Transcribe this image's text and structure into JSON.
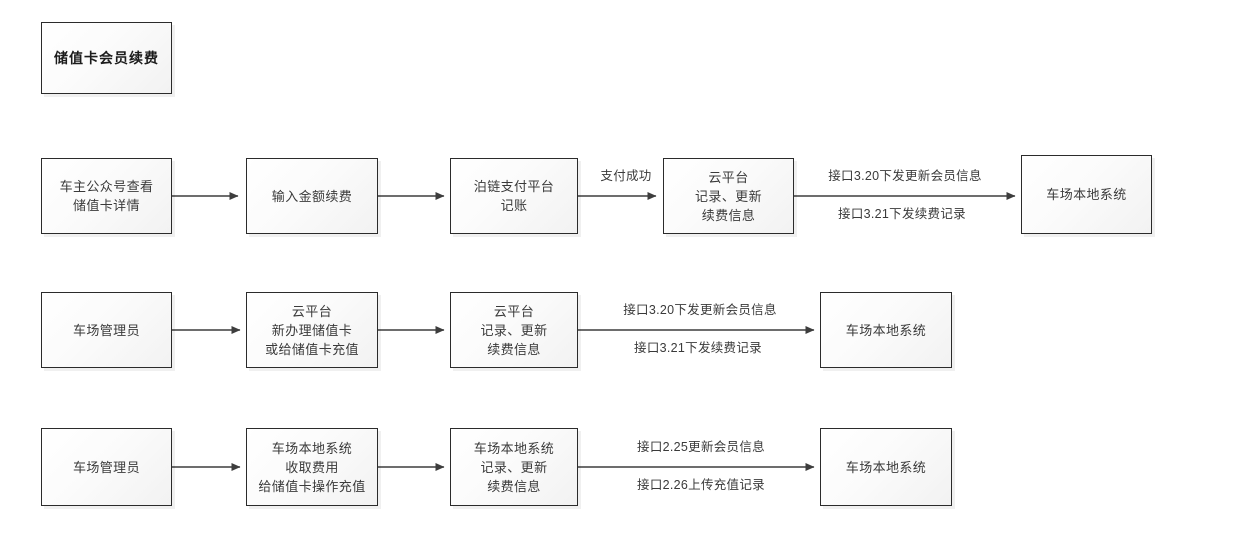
{
  "diagram": {
    "title_box": {
      "label": "储值卡会员续费"
    },
    "rows": [
      {
        "id": "row-wechat-renewal",
        "nodes": [
          {
            "id": "n1-1",
            "label": "车主公众号查看\n储值卡详情"
          },
          {
            "id": "n1-2",
            "label": "输入金额续费"
          },
          {
            "id": "n1-3",
            "label": "泊链支付平台\n记账"
          },
          {
            "id": "n1-4",
            "label": "云平台\n记录、更新\n续费信息"
          },
          {
            "id": "n1-5",
            "label": "车场本地系统"
          }
        ],
        "edge_labels": [
          {
            "id": "e1-3",
            "above": "支付成功",
            "below": ""
          },
          {
            "id": "e1-4",
            "above": "接口3.20下发更新会员信息",
            "below": "接口3.21下发续费记录"
          }
        ]
      },
      {
        "id": "row-cloud-manual",
        "nodes": [
          {
            "id": "n2-1",
            "label": "车场管理员"
          },
          {
            "id": "n2-2",
            "label": "云平台\n新办理储值卡\n或给储值卡充值"
          },
          {
            "id": "n2-3",
            "label": "云平台\n记录、更新\n续费信息"
          },
          {
            "id": "n2-4",
            "label": "车场本地系统"
          }
        ],
        "edge_labels": [
          {
            "id": "e2-3",
            "above": "接口3.20下发更新会员信息",
            "below": "接口3.21下发续费记录"
          }
        ]
      },
      {
        "id": "row-local-manual",
        "nodes": [
          {
            "id": "n3-1",
            "label": "车场管理员"
          },
          {
            "id": "n3-2",
            "label": "车场本地系统\n收取费用\n给储值卡操作充值"
          },
          {
            "id": "n3-3",
            "label": "车场本地系统\n记录、更新\n续费信息"
          },
          {
            "id": "n3-4",
            "label": "车场本地系统"
          }
        ],
        "edge_labels": [
          {
            "id": "e3-3",
            "above": "接口2.25更新会员信息",
            "below": "接口2.26上传充值记录"
          }
        ]
      }
    ],
    "colors": {
      "node_border": "#2b2b2b",
      "node_fill": "#fafafa",
      "arrow": "#3d3d3d",
      "text": "#3a3a3a",
      "background": "#ffffff"
    }
  }
}
